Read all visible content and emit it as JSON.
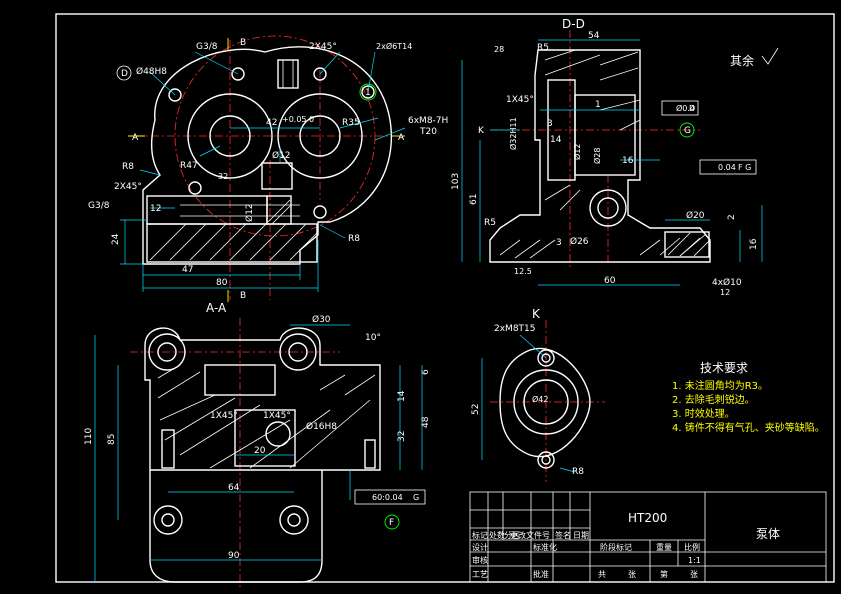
{
  "sheet": {
    "title_block_material": "HT200",
    "part_name": "泵体",
    "scale": "1:1",
    "remainder_roughness": "其余"
  },
  "view_labels": {
    "section_dd": "D-D",
    "section_aa": "A-A",
    "view_k": "K",
    "mark_a_left": "A",
    "mark_a_right": "A",
    "mark_b_top": "B",
    "mark_b_bottom": "B",
    "mark_k": "K"
  },
  "front_view": {
    "dims": [
      "G3/8",
      "2X45°",
      "2xØ6T14",
      "Ø48H8",
      "42",
      "R35",
      "6xM8-7H",
      "T20",
      "R47",
      "Ø12",
      "R8",
      "2X45°",
      "G3/8",
      "12",
      "24",
      "47",
      "80",
      "R8",
      "Ø12",
      "32"
    ],
    "tolerance_42": "+0.05 0",
    "circle_labels": [
      "D",
      "1"
    ]
  },
  "section_dd": {
    "dims": [
      "54",
      "28",
      "R5",
      "1X45°",
      "Ø32H11",
      "3",
      "1",
      "14",
      "Ø12",
      "Ø28",
      "16",
      "103",
      "61",
      "R5",
      "3",
      "Ø26",
      "60",
      "12.5",
      "Ø20",
      "2",
      "16",
      "4xØ10",
      "12"
    ],
    "tolerances": [
      "Ø0.4",
      "D",
      "0.04",
      "F G"
    ],
    "circle_labels": [
      "G"
    ]
  },
  "section_aa": {
    "dims": [
      "Ø30",
      "10°",
      "1X45°",
      "1X45°",
      "Ø16H8",
      "20",
      "110",
      "85",
      "6",
      "14",
      "48",
      "32",
      "64",
      "90"
    ],
    "tolerance": [
      "60:0.04",
      "G"
    ],
    "circle_labels": [
      "F"
    ]
  },
  "view_k_data": {
    "dims": [
      "2xM8T15",
      "52",
      "R8",
      "Ø42"
    ]
  },
  "tech_req": {
    "title": "技术要求",
    "items": [
      "1. 未注圆角均为R3。",
      "2. 去除毛刺锐边。",
      "3. 时效处理。",
      "4. 铸件不得有气孔、夹砂等缺陷。"
    ]
  },
  "title_block": {
    "labels": [
      "标记",
      "处数",
      "分区",
      "更改文件号",
      "签名",
      "日期",
      "阶段标记",
      "重量",
      "比例",
      "设计",
      "标准化",
      "审核",
      "工艺",
      "批准",
      "共",
      "张",
      "第",
      "张"
    ]
  }
}
